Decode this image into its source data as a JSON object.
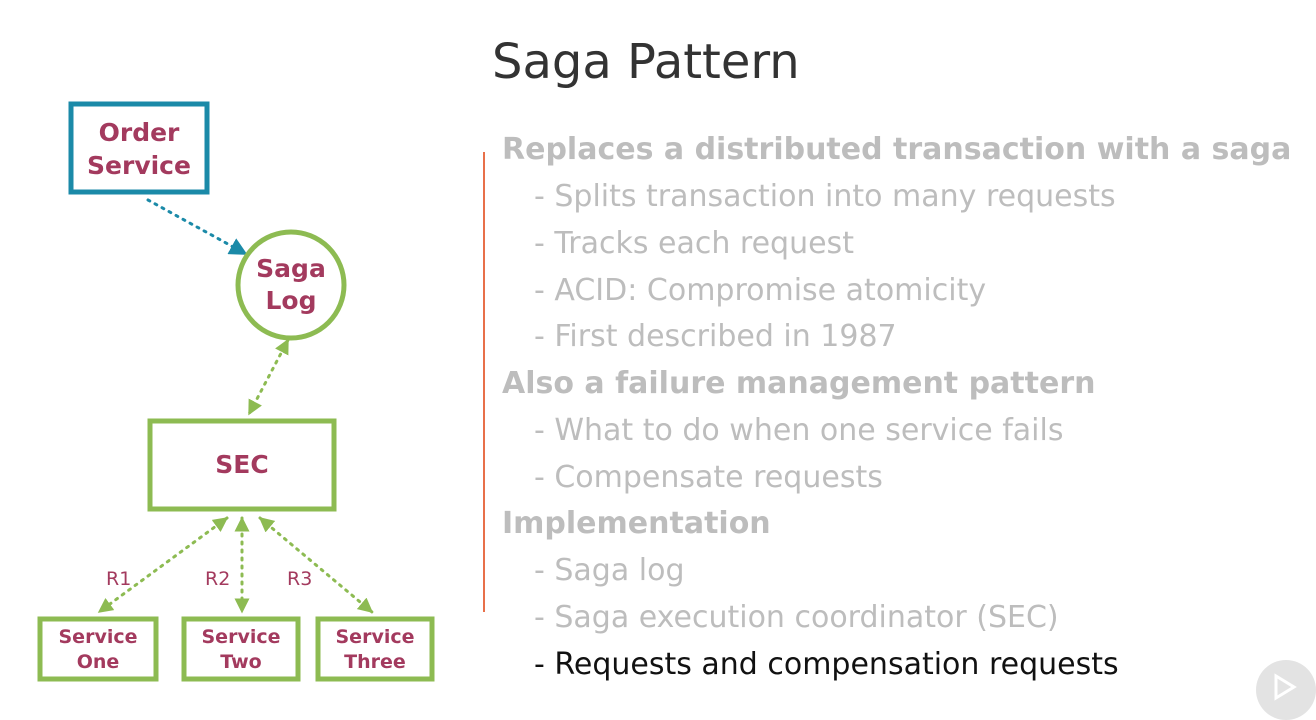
{
  "slide": {
    "title": "Saga Pattern",
    "accent_color": "#e8704a"
  },
  "diagram": {
    "nodes": {
      "order_service": [
        "Order",
        "Service"
      ],
      "saga_log": [
        "Saga",
        "Log"
      ],
      "sec": [
        "SEC"
      ],
      "service_one": [
        "Service",
        "One"
      ],
      "service_two": [
        "Service",
        "Two"
      ],
      "service_three": [
        "Service",
        "Three"
      ]
    },
    "edge_labels": {
      "r1": "R1",
      "r2": "R2",
      "r3": "R3"
    },
    "colors": {
      "text": "#a33a5e",
      "order_border": "#1b8aa8",
      "green_border": "#8dbb52",
      "arrow_blue": "#1b8aa8",
      "arrow_green": "#8dbb52"
    }
  },
  "bullets": [
    {
      "level": 1,
      "text": "Replaces a distributed transaction with a saga"
    },
    {
      "level": 2,
      "text": "- Splits transaction into many requests"
    },
    {
      "level": 2,
      "text": "- Tracks each request"
    },
    {
      "level": 2,
      "text": "- ACID: Compromise atomicity"
    },
    {
      "level": 2,
      "text": "- First described in 1987"
    },
    {
      "level": 1,
      "text": "Also a failure management pattern"
    },
    {
      "level": 2,
      "text": "- What to do when one service fails"
    },
    {
      "level": 2,
      "text": "- Compensate requests"
    },
    {
      "level": 1,
      "text": "Implementation"
    },
    {
      "level": 2,
      "text": "- Saga log"
    },
    {
      "level": 2,
      "text": "- Saga execution coordinator (SEC)"
    },
    {
      "level": 2,
      "text": "- Requests and compensation requests",
      "active": true
    }
  ]
}
